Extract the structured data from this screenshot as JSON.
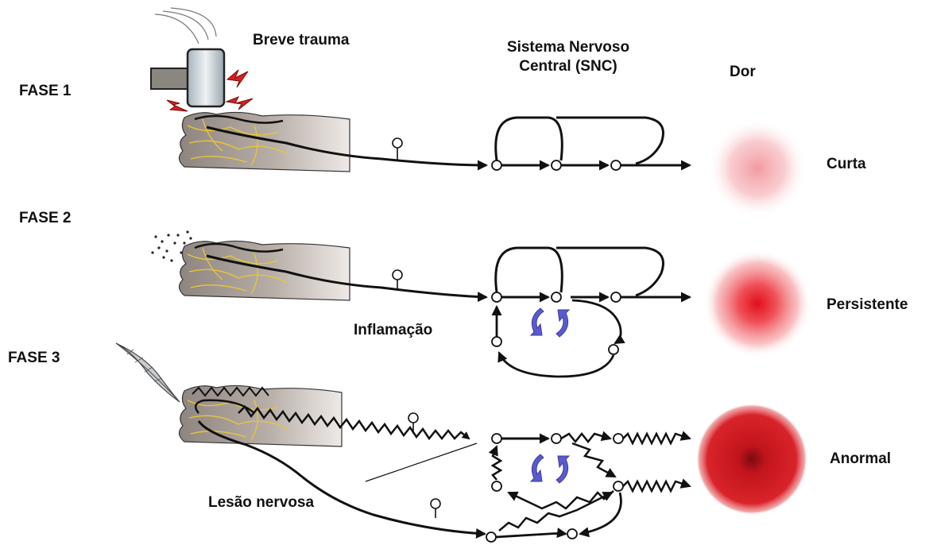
{
  "phases": [
    {
      "label": "FASE 1",
      "stimulus": "Breve trauma",
      "pain": "Curta"
    },
    {
      "label": "FASE 2",
      "stimulus": "Inflamação",
      "pain": "Persistente"
    },
    {
      "label": "FASE 3",
      "stimulus": "Lesão nervosa",
      "pain": "Anormal"
    }
  ],
  "headers": {
    "cns_line1": "Sistema Nervoso",
    "cns_line2": "Central (SNC)",
    "pain": "Dor"
  },
  "colors": {
    "nerve": "#111111",
    "tissue": "#9a8f88",
    "tissue_light": "#e6e0dc",
    "vessel": "#e8c832",
    "lightning": "#d82020",
    "cycle_arrow": "#5a5ad0",
    "pain_short": "#f6b0b6",
    "pain_persistent": "#ea1c28",
    "pain_abnormal": "#c8141e"
  },
  "icons": {
    "trauma": "hammer-icon",
    "inflammation": "dots-icon",
    "nerve_injury": "feather-icon",
    "sensitization": "cycle-icon"
  }
}
